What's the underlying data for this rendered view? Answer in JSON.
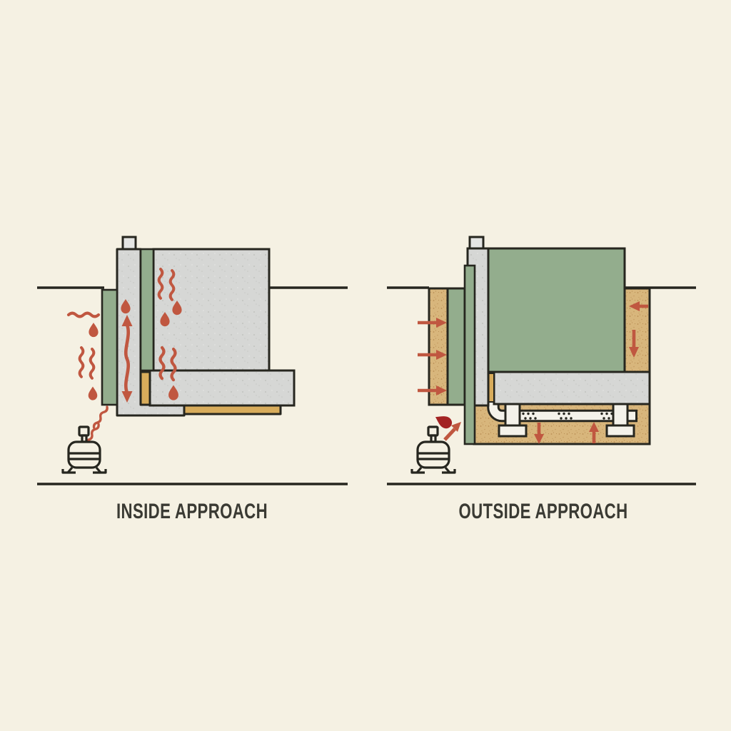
{
  "title": "Basement waterproofing comparison diagram",
  "palette": {
    "bg": "#f5f1e3",
    "ink": "#26261f",
    "green": "#93ad8d",
    "concrete": "#d6d7d5",
    "concreteLight": "#e4e5e3",
    "sand": "#d8b67c",
    "sandDot": "#b98e53",
    "ochre": "#d8ac5b",
    "red": "#c05740",
    "darkRed": "#a32323",
    "pipeWhite": "#f4f2ea",
    "text": "#3a3a33"
  },
  "panels": [
    {
      "id": "inside",
      "label": "INSIDE APPROACH",
      "elements": [
        "ground-line",
        "foundation-wall",
        "wall-cap",
        "interior-membrane",
        "exterior-membrane-stub",
        "interior-concrete-block",
        "footing",
        "under-footing-barrier",
        "moisture-squiggle-icons",
        "water-drop-icons",
        "capillary-rise-arrow",
        "sump-pump-icon",
        "baseline"
      ]
    },
    {
      "id": "outside",
      "label": "OUTSIDE APPROACH",
      "elements": [
        "ground-line",
        "backfill-columns",
        "exterior-membrane",
        "foundation-wall",
        "wall-cap",
        "interior-green-block",
        "footing",
        "ochre-joint",
        "gravel-bed",
        "perforated-drain-pipe",
        "drain-elbow",
        "pipe-support-piers",
        "water-flow-arrow-icons",
        "water-drop-icon",
        "sump-pump-icon",
        "baseline"
      ]
    }
  ]
}
